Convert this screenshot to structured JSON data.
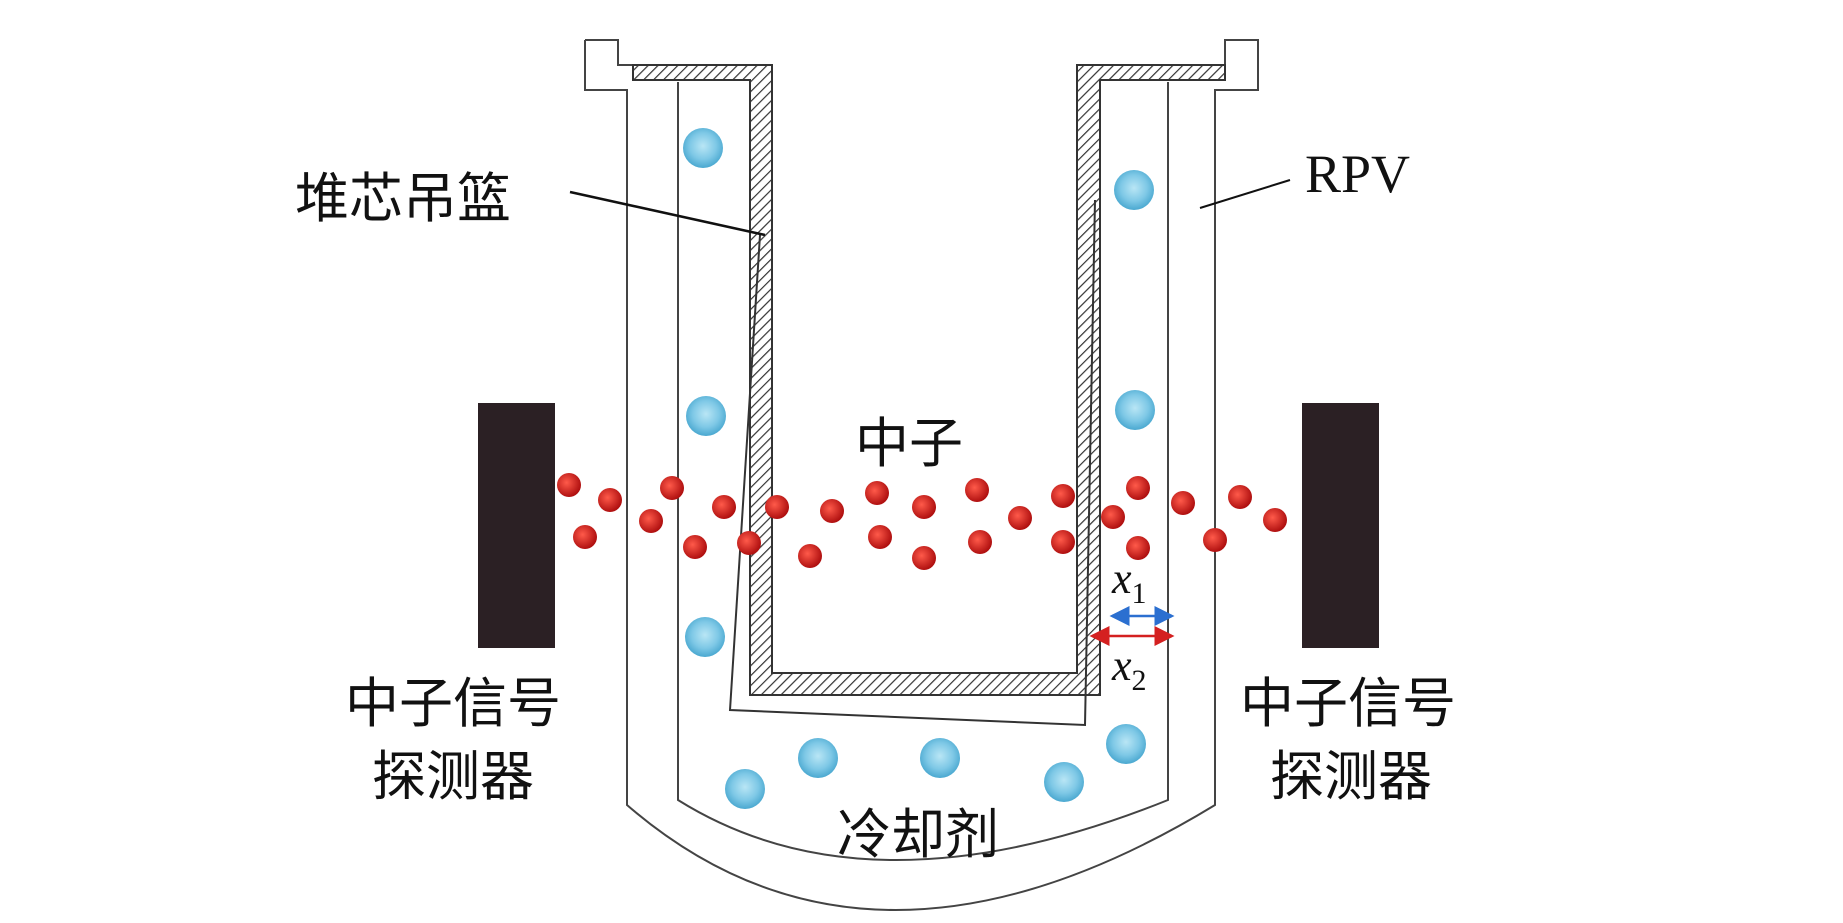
{
  "labels": {
    "core_barrel": "堆芯吊篮",
    "rpv": "RPV",
    "neutron": "中子",
    "coolant": "冷却剂",
    "detector_left_line1": "中子信号",
    "detector_left_line2": "探测器",
    "detector_right_line1": "中子信号",
    "detector_right_line2": "探测器",
    "x1_var": "x",
    "x1_sub": "1",
    "x2_var": "x",
    "x2_sub": "2"
  },
  "colors": {
    "neutron": "#d42020",
    "coolant": "#7ec8e6",
    "detector": "#2b2024",
    "x1_arrow": "#2b6fd0",
    "x2_arrow": "#d42020"
  }
}
